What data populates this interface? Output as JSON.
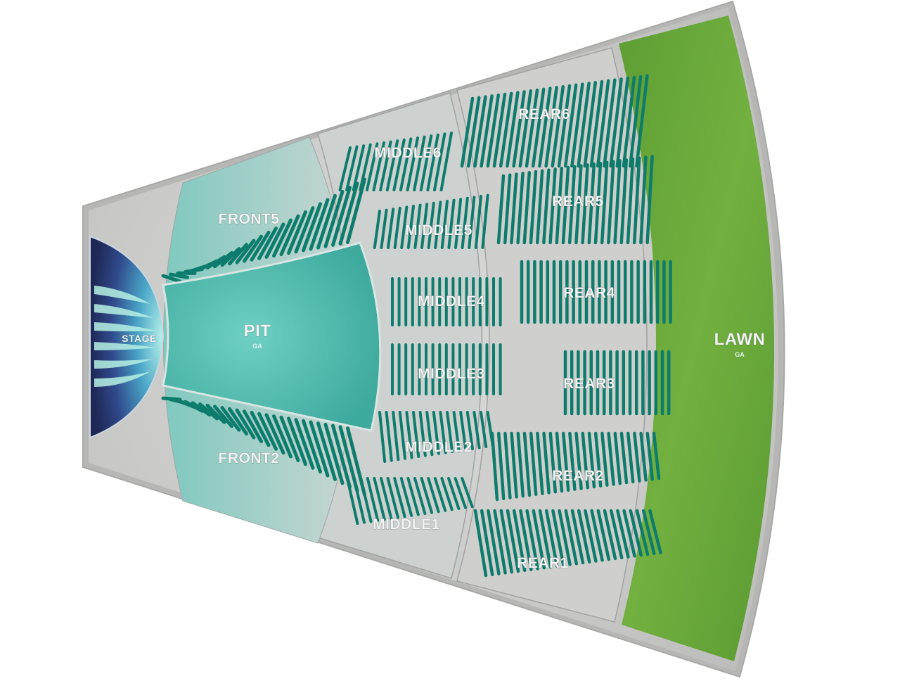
{
  "venue_map": {
    "stage": {
      "label": "STAGE"
    },
    "pit": {
      "label": "PIT",
      "sublabel": "GA"
    },
    "lawn": {
      "label": "LAWN",
      "sublabel": "GA"
    },
    "sections": {
      "front5": "FRONT5",
      "front2": "FRONT2",
      "middle6": "MIDDLE6",
      "middle5": "MIDDLE5",
      "middle4": "MIDDLE4",
      "middle3": "MIDDLE3",
      "middle2": "MIDDLE2",
      "middle1": "MIDDLE1",
      "rear6": "REAR6",
      "rear5": "REAR5",
      "rear4": "REAR4",
      "rear3": "REAR3",
      "rear2": "REAR2",
      "rear1": "REAR1"
    },
    "colors": {
      "concrete": "#c9c9c8",
      "frame": "#b3b3b3",
      "seat": "#0e7c6c",
      "pit": "#4cb9ad",
      "lawn": "#6aa83a",
      "stage": "#2c3a70"
    }
  }
}
